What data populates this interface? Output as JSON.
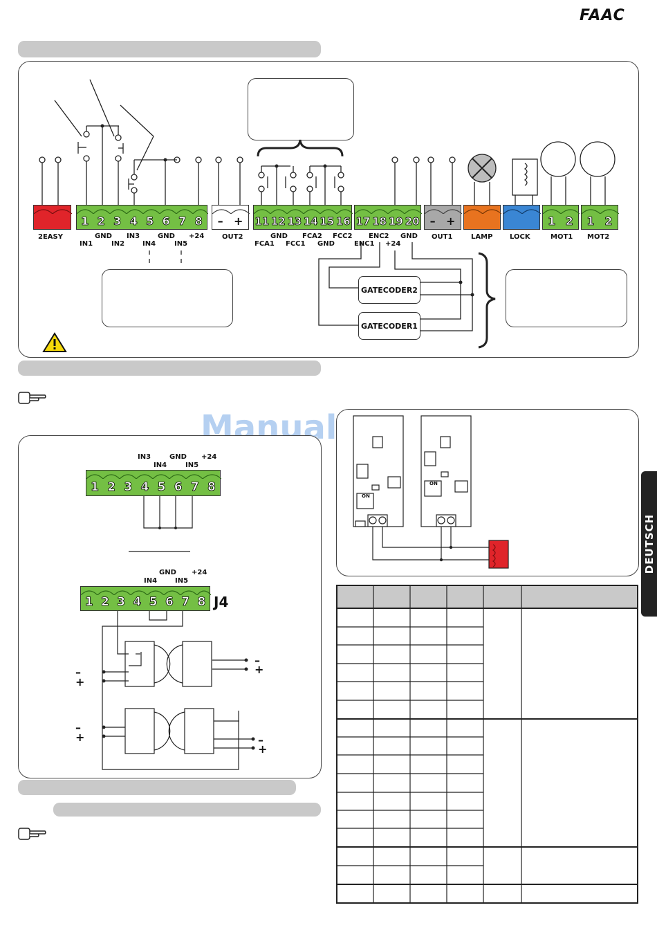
{
  "brand": "FAAC",
  "watermark": "ManualsLib.de",
  "side_tab": "DEUTSCH",
  "connectors": {
    "twoeasy": {
      "label": "2EASY",
      "color": "#e0242a"
    },
    "j1": {
      "pins": [
        "1",
        "2",
        "3",
        "4",
        "5",
        "6",
        "7",
        "8"
      ],
      "color": "#74bf44"
    },
    "out2": {
      "label": "OUT2",
      "pins": [
        "–",
        "+"
      ]
    },
    "j2": {
      "pins": [
        "11",
        "12",
        "13",
        "14",
        "15",
        "16"
      ]
    },
    "j3": {
      "pins": [
        "17",
        "18",
        "19",
        "20"
      ]
    },
    "out1": {
      "label": "OUT1",
      "pins": [
        "–",
        "+"
      ],
      "color": "#a8a8a8"
    },
    "lamp": {
      "label": "LAMP",
      "color": "#e8731f"
    },
    "lock": {
      "label": "LOCK",
      "color": "#3a86d4"
    },
    "mot1": {
      "label": "MOT1",
      "pins": [
        "1",
        "2"
      ]
    },
    "mot2": {
      "label": "MOT2",
      "pins": [
        "1",
        "2"
      ]
    }
  },
  "terminal_labels": {
    "in1": "IN1",
    "gnd": "GND",
    "in2": "IN2",
    "in3": "IN3",
    "in4": "IN4",
    "in5": "IN5",
    "p24": "+24",
    "fca1": "FCA1",
    "fcc1": "FCC1",
    "fca2": "FCA2",
    "fcc2": "FCC2",
    "enc1": "ENC1",
    "enc2": "ENC2"
  },
  "gatecoders": [
    "GATECODER2",
    "GATECODER1"
  ],
  "lower_connector": {
    "name": "J4"
  },
  "polarity": {
    "minus": "–",
    "plus": "+"
  },
  "dip_label": "ON",
  "table": {
    "columns": 6,
    "rows": 16
  },
  "colors": {
    "green": "#74bf44",
    "grey_bar": "#c9c9c9"
  }
}
